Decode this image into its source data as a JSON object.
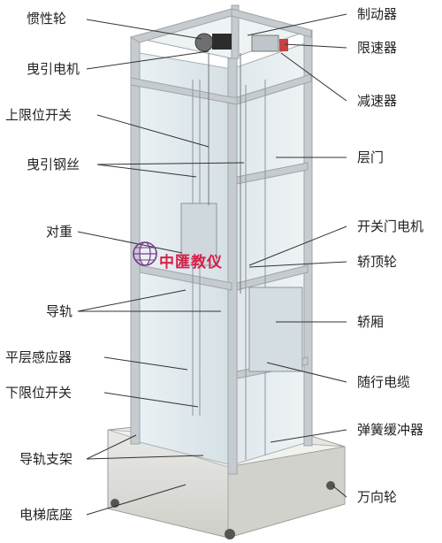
{
  "labels": {
    "flywheel": "惯性轮",
    "traction_motor": "曳引电机",
    "upper_limit_switch": "上限位开关",
    "traction_wire": "曳引钢丝",
    "counterweight": "对重",
    "guide_rail": "导轨",
    "leveling_sensor": "平层感应器",
    "lower_limit_switch": "下限位开关",
    "rail_bracket": "导轨支架",
    "elevator_base": "电梯底座",
    "brake": "制动器",
    "speed_limiter": "限速器",
    "reducer": "减速器",
    "landing_door": "层门",
    "door_motor": "开关门电机",
    "car_top_wheel": "轿顶轮",
    "car": "轿厢",
    "travel_cable": "随行电缆",
    "spring_buffer": "弹簧缓冲器",
    "caster": "万向轮"
  },
  "watermark": {
    "text": "中匯教仪"
  },
  "colors": {
    "frame": "#b9bdc2",
    "glass": "#e3ecf0",
    "base": "#dcdcd6",
    "leader": "#333333",
    "watermark": "#d6204a"
  }
}
